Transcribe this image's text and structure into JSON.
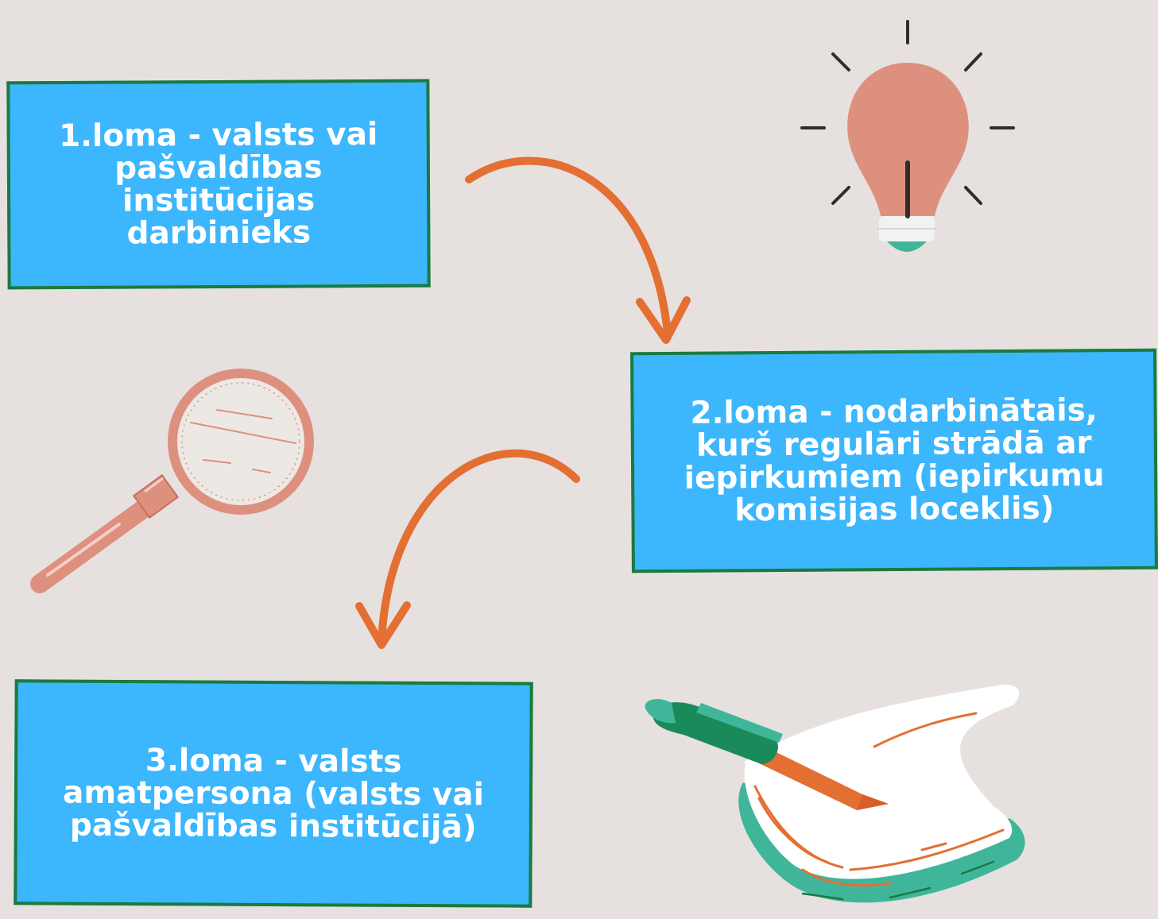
{
  "roles": [
    {
      "text": "1.loma - valsts vai pašvaldības institūcijas darbinieks"
    },
    {
      "text": "2.loma - nodarbinātais, kurš regulāri strādā ar iepirkumiem (iepirkumu komisijas loceklis)"
    },
    {
      "text": "3.loma - valsts amatpersona (valsts vai pašvaldības institūcijā)"
    }
  ],
  "icons": [
    "lightbulb-icon",
    "magnifying-glass-icon",
    "pen-and-notebook-icon",
    "curved-arrow-icon"
  ],
  "colors": {
    "background": "#e6e1de",
    "box_fill": "#3cb6fc",
    "box_border": "#1b7a3f",
    "arrow": "#e46f33",
    "bulb": "#de907f",
    "accent_green": "#3fb69a"
  }
}
